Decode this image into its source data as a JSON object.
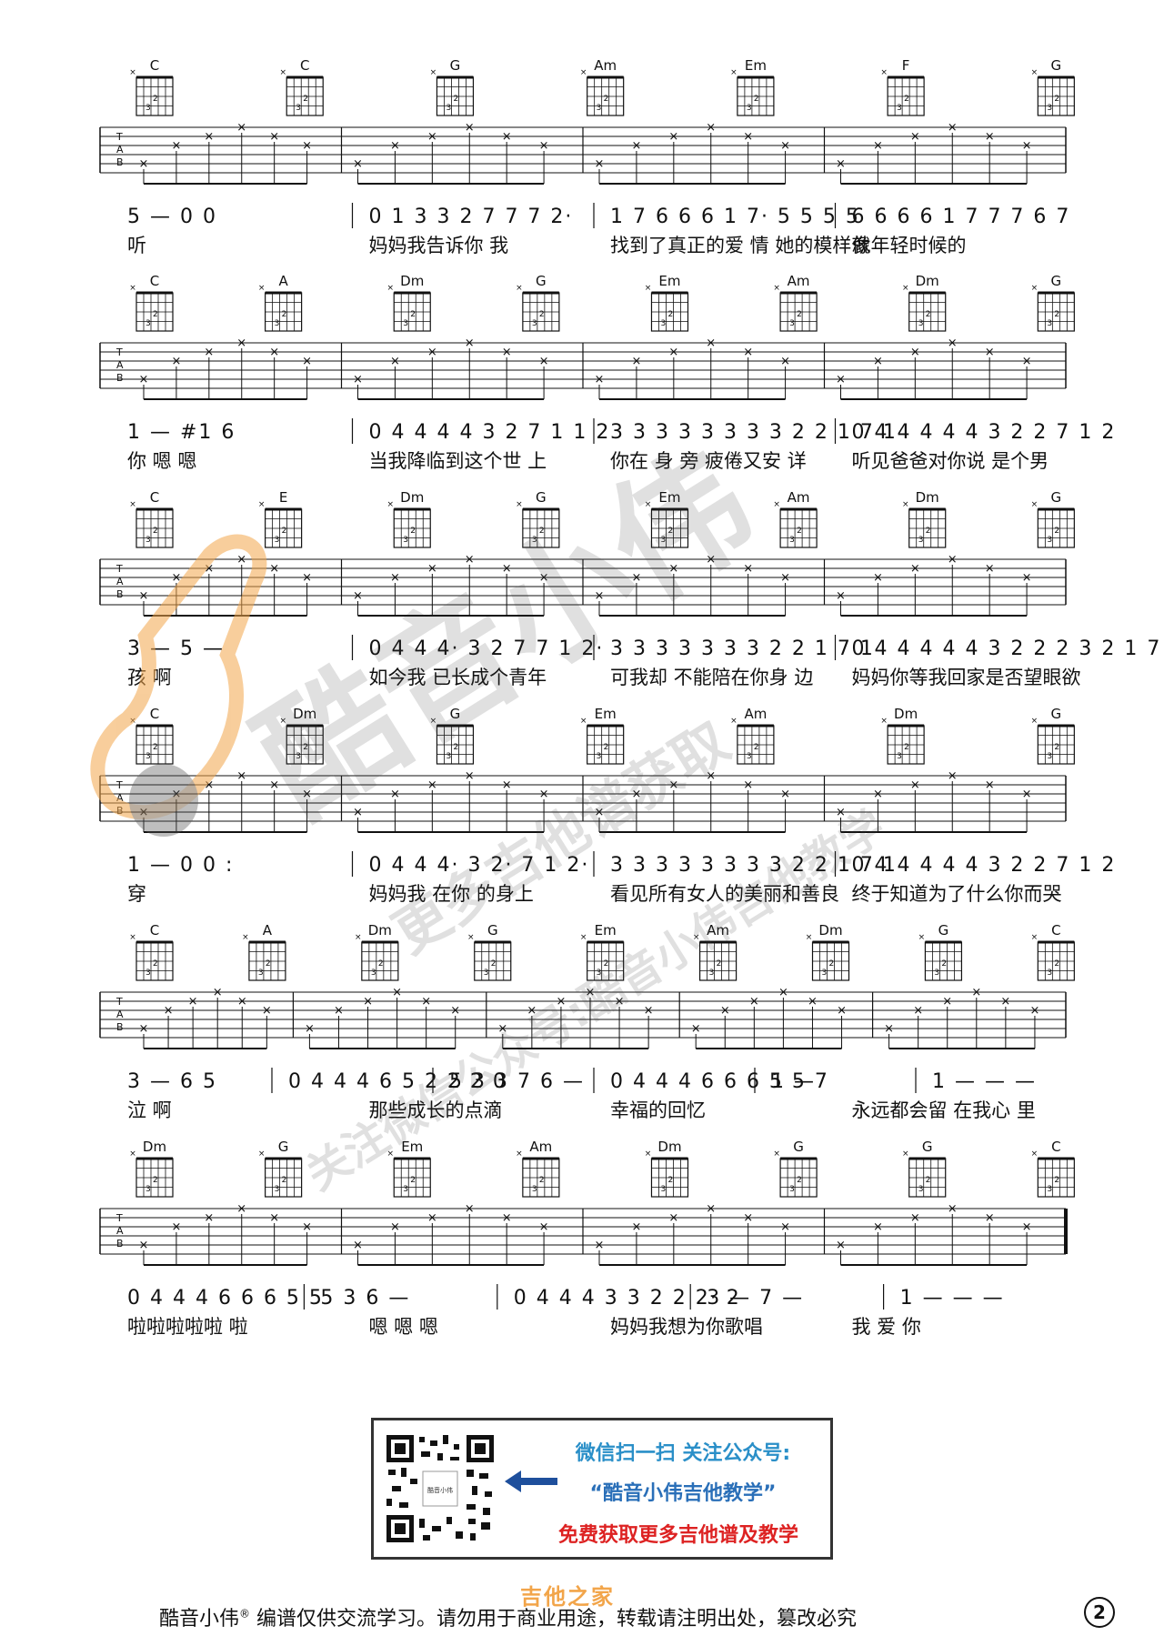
{
  "rows": [
    {
      "chords": [
        "C",
        "C",
        "G",
        "Am",
        "Em",
        "F",
        "G"
      ],
      "notation": [
        "5 — 0 0",
        "0 1 3 3 2 7 7 7 2·",
        "1 7 6 6 6 1 7· 5 5 5 5",
        "6 6 6 6 1 7 7 7 6 7"
      ],
      "lyrics": [
        "听",
        "妈妈我告诉你 我",
        "找到了真正的爱 情 她的模样就",
        "像年轻时候的"
      ]
    },
    {
      "chords": [
        "C",
        "A",
        "Dm",
        "G",
        "Em",
        "Am",
        "Dm",
        "G"
      ],
      "notation": [
        "1 — #1 6",
        "0 4 4 4 4 3 2 7 1 1 2",
        "3 3 3 3 3 3 3 3 2 2 1 7 1",
        "0 4 4 4 4 4 3 2 2 7 1 2"
      ],
      "lyrics": [
        "你 嗯 嗯",
        "当我降临到这个世 上",
        "你在 身 旁 疲倦又安 详",
        "听见爸爸对你说 是个男"
      ]
    },
    {
      "chords": [
        "C",
        "E",
        "Dm",
        "G",
        "Em",
        "Am",
        "Dm",
        "G"
      ],
      "notation": [
        "3 — 5 —",
        "0 4 4 4· 3 2 7 7 1 2·",
        "3 3 3 3 3 3 3 2 2 1 7 1",
        "0 4 4 4 4 4 3 2 2 2 3 2 1 7"
      ],
      "lyrics": [
        "孩 啊",
        "如今我 已长成个青年",
        "可我却 不能陪在你身 边",
        "妈妈你等我回家是否望眼欲"
      ]
    },
    {
      "chords": [
        "C",
        "Dm",
        "G",
        "Em",
        "Am",
        "Dm",
        "G"
      ],
      "notation": [
        "1 — 0 0 :",
        "0 4 4 4· 3 2· 7 1 2·",
        "3 3 3 3 3 3 3 3 2 2 1 7 1",
        "0 4 4 4 4 4 3 2 2 7 1 2"
      ],
      "lyrics": [
        "穿",
        "妈妈我 在你 的身上",
        "看见所有女人的美丽和善良",
        "终于知道为了什么你而哭"
      ]
    },
    {
      "chords": [
        "C",
        "A",
        "Dm",
        "G",
        "Em",
        "Am",
        "Dm",
        "G",
        "C"
      ],
      "notation": [
        "3 — 6 5",
        "0 4 4 4 6 5 2 2 2 0",
        "5 3 3 7 6 —",
        "0 4 4 4 6 6 6 5 5 7",
        "1 —",
        "1 — — —"
      ],
      "lyrics": [
        "泣 啊",
        "那些成长的点滴",
        "幸福的回忆",
        "永远都会留 在我心 里"
      ]
    },
    {
      "chords": [
        "Dm",
        "G",
        "Em",
        "Am",
        "Dm",
        "G",
        "G",
        "C"
      ],
      "notation": [
        "0 4 4 4 6 6 6 5 5",
        "5 3 6 —",
        "0 4 4 4 3 3 2 2 2· 2",
        "3 — 7 —",
        "1 — — —"
      ],
      "lyrics": [
        "啦啦啦啦啦 啦",
        "嗯 嗯 嗯",
        "妈妈我想为你歌唱",
        "我 爱 你"
      ]
    }
  ],
  "watermark": {
    "big": "酷音小伟",
    "line1": "更多吉他谱获取",
    "line2": "关注微信公众号:酷音小伟吉他教学"
  },
  "promo": {
    "line1": "微信扫一扫 关注公众号:",
    "line2": "“酷音小伟吉他教学”",
    "line3": "免费获取更多吉他谱及教学",
    "qr_caption": "酷音小伟"
  },
  "footer": {
    "text_before": "酷音小伟",
    "reg": "®",
    "text_after": " 编谱仅供交流学习。请勿用于商业用途，转载请注明出处，篡改必究",
    "page": "2",
    "logo": "吉他之家"
  }
}
